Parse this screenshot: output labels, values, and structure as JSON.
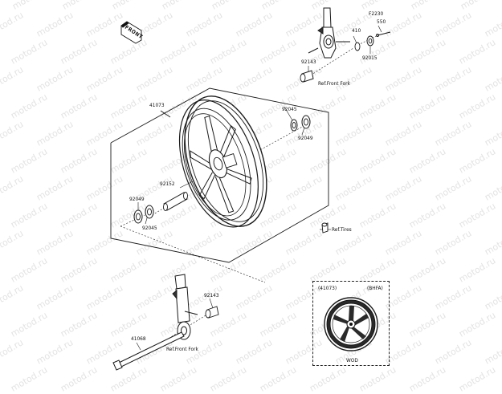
{
  "watermark": "motod.ru",
  "front_badge": "FRONT",
  "parts": {
    "p41073": "41073",
    "p92143_top": "92143",
    "p92143_bot": "92143",
    "p410": "410",
    "p92015": "92015",
    "pF2230": "F2230",
    "p550": "550",
    "p92045_r": "92045",
    "p92049_r": "92049",
    "p92152": "92152",
    "p92049_l": "92049",
    "p92045_l": "92045",
    "p41068": "41068"
  },
  "refs": {
    "front_fork_top": "Ref.Front Fork",
    "front_fork_bottom": "Ref.Front Fork",
    "tires": "Ref.Tires"
  },
  "inset": {
    "part": "(41073)",
    "code": "(BHFA)",
    "caption": "WOD"
  }
}
